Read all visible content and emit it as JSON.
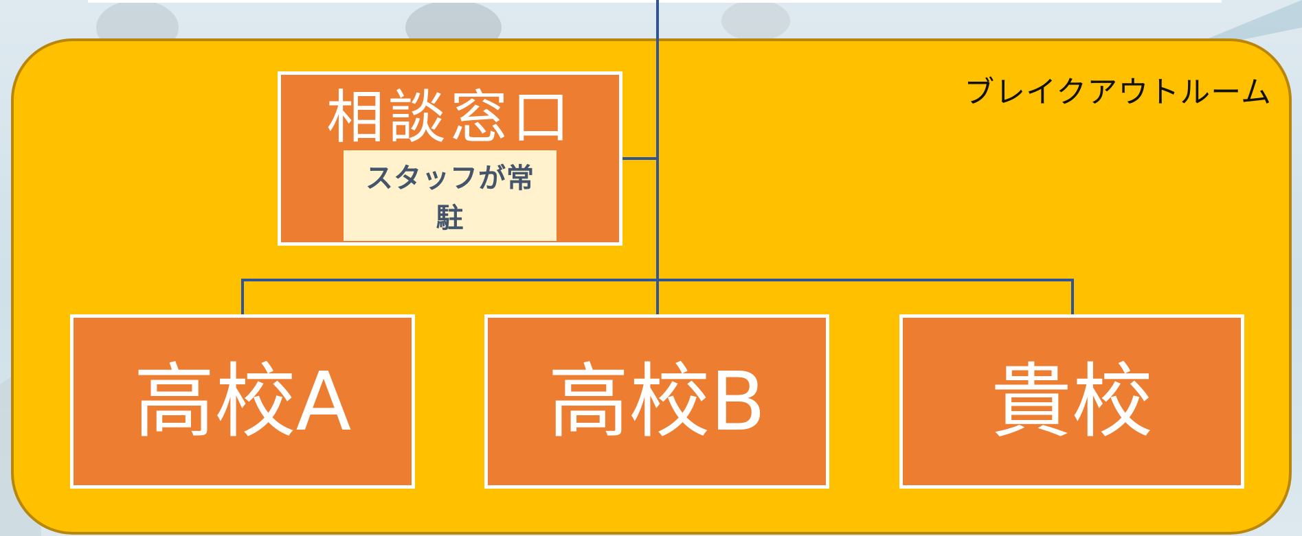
{
  "room_label": "ブレイクアウトルーム",
  "consultation": {
    "title": "相談窓口",
    "note": "スタッフが常駐"
  },
  "schools": [
    {
      "label": "高校A"
    },
    {
      "label": "高校B"
    },
    {
      "label": "貴校"
    }
  ],
  "colors": {
    "room_fill": "#ffc000",
    "room_border": "#b8860b",
    "box_fill": "#ed7d31",
    "box_border": "#ffffff",
    "note_fill": "#fff2cc",
    "note_text": "#44546a",
    "connector": "#2f5597"
  }
}
